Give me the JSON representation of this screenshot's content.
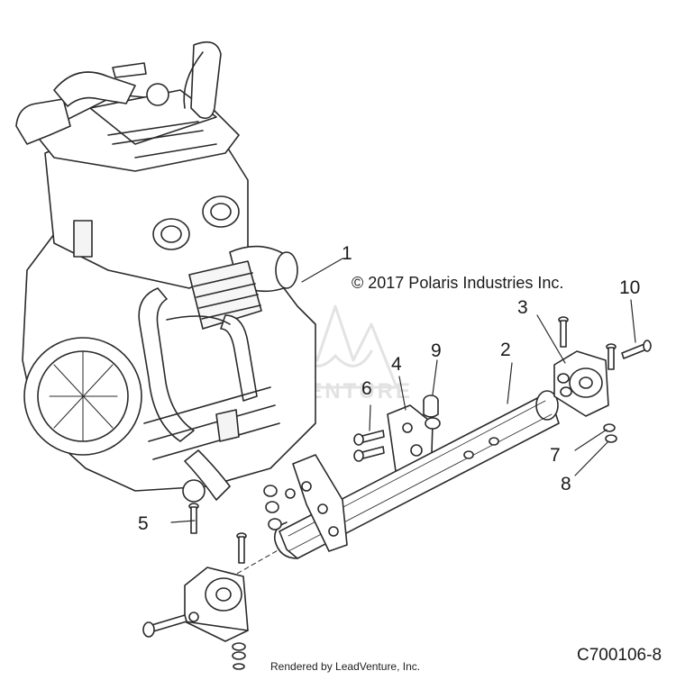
{
  "copyright": "© 2017 Polaris Industries Inc.",
  "diagram_id": "C700106-8",
  "rendered_by": "Rendered by LeadVenture, Inc.",
  "watermark": "LEADVENTURE",
  "callouts": {
    "c1": "1",
    "c2": "2",
    "c3": "3",
    "c4": "4",
    "c5": "5",
    "c6": "6",
    "c7": "7",
    "c8": "8",
    "c9": "9",
    "c10": "10"
  },
  "colors": {
    "line": "#2a2a2a",
    "fill": "#ffffff",
    "shade": "#f2f2f2",
    "watermark": "#e6e6e6"
  }
}
